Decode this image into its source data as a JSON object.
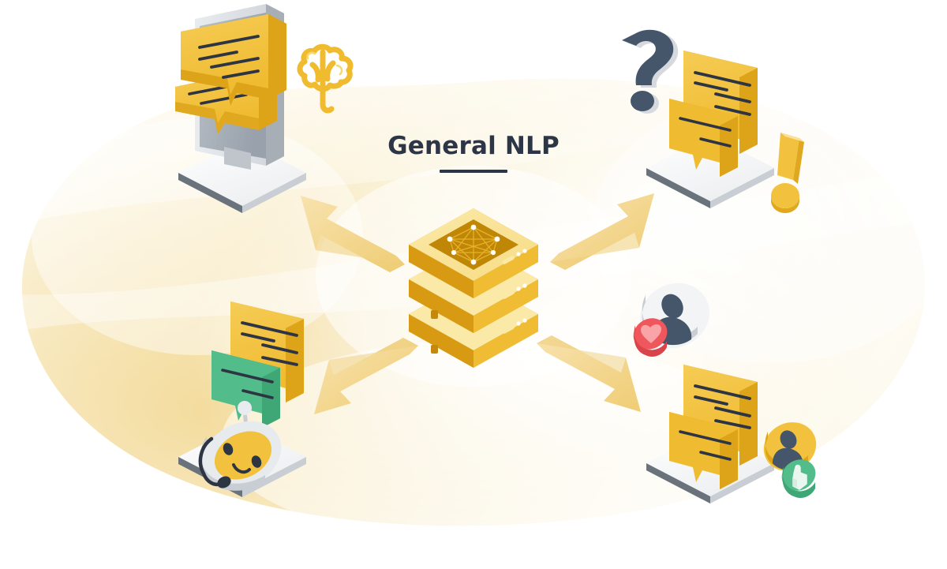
{
  "illustration": {
    "title": "General NLP",
    "subtitle_rule": true,
    "alt": "Isometric illustration: central NLP server connected by four double-headed arrows to a smartphone with chat bubbles, a question-and-answer screen, a chatbot, and a user feedback screen"
  },
  "palette": {
    "yellow_primary": "#F2C23E",
    "yellow_light": "#F7D56B",
    "yellow_dark": "#E0A81E",
    "gold_deep": "#C98F0E",
    "cream": "#FBF2D8",
    "arrow": "#F6DC9B",
    "arrow_shade": "#EFCF7D",
    "green": "#52BC8A",
    "green_dark": "#3FA775",
    "red": "#F0575C",
    "red_light": "#F58A8D",
    "dark_navy": "#2D3646",
    "slate": "#46566A",
    "white": "#FFFFFF",
    "gray_light": "#E6E9EC",
    "gray_mid": "#C3C8CE",
    "gray_dark": "#8D959E",
    "background_blob": "#F9E9BE"
  },
  "nodes": [
    {
      "id": "phone-messaging",
      "name": "smartphone-chat-node",
      "label": "Smartphone with chat bubbles",
      "position": "top-left",
      "elements": [
        "smartphone",
        "base-plate",
        "chat-bubble-yellow",
        "chat-bubble-yellow-small",
        "brain-icon"
      ]
    },
    {
      "id": "question-answer",
      "name": "question-answer-node",
      "label": "Question and answer screen",
      "position": "top-right",
      "elements": [
        "question-mark",
        "chat-bubble-yellow",
        "chat-bubble-yellow-small",
        "base-plate",
        "exclamation-mark"
      ]
    },
    {
      "id": "chatbot",
      "name": "chatbot-node",
      "label": "Chatbot with headset",
      "position": "bottom-left",
      "elements": [
        "chat-bubble-yellow",
        "chat-bubble-green",
        "robot-face",
        "headset",
        "base-plate"
      ]
    },
    {
      "id": "user-feedback",
      "name": "user-feedback-node",
      "label": "User avatars with reactions",
      "position": "bottom-right",
      "elements": [
        "avatar-white-disc",
        "heart-badge",
        "chat-bubble-yellow",
        "chat-bubble-yellow-small",
        "base-plate",
        "avatar-yellow-disc",
        "thumbs-up-badge"
      ]
    }
  ],
  "center": {
    "name": "server-stack",
    "label": "NLP server stack",
    "layers": 3,
    "top_graphic": "neural-network-diamond"
  },
  "arrows": [
    {
      "id": "arrow-top-left",
      "direction": "bidirectional",
      "from": "center",
      "to": "phone-messaging"
    },
    {
      "id": "arrow-top-right",
      "direction": "bidirectional",
      "from": "center",
      "to": "question-answer"
    },
    {
      "id": "arrow-bottom-left",
      "direction": "bidirectional",
      "from": "center",
      "to": "chatbot"
    },
    {
      "id": "arrow-bottom-right",
      "direction": "bidirectional",
      "from": "center",
      "to": "user-feedback"
    }
  ]
}
